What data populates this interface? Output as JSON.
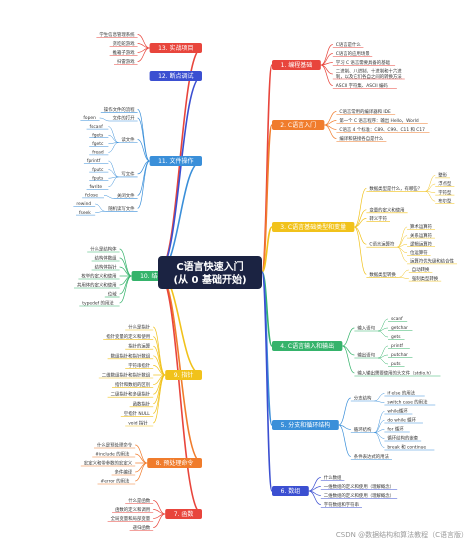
{
  "root": {
    "line1": "C语言快速入门",
    "line2": "(从 0 基础开始)"
  },
  "watermark": "CSDN @数据结构和算法教程（C语言版）",
  "branches": [
    {
      "label": "1. 编程基础",
      "color": "#e8453c",
      "side": "right",
      "leaves": [
        {
          "text": "C语言是什么"
        },
        {
          "text": "C语言的应用场景"
        },
        {
          "text": "学习 C 语言需要具备的基础"
        },
        {
          "text": "二进制、八进制、十进制和十六进制，以及它们各自之间的转换方法",
          "wrap": true
        },
        {
          "text": "ASCII 字符集、ASCII 编码"
        }
      ]
    },
    {
      "label": "2. C语言入门",
      "color": "#f07c2c",
      "side": "right",
      "leaves": [
        {
          "text": "C语言常用的编译器和 IDE"
        },
        {
          "text": "第一个 C 语言程序：输出 Hello，World"
        },
        {
          "text": "C语言 4 个标准：C89、C99、C11 和 C17"
        },
        {
          "text": "编译和链接各自是什么"
        }
      ]
    },
    {
      "label": "3. C语言基础类型和变量",
      "color": "#f1c21b",
      "side": "right",
      "leaves": [
        {
          "text": "数据类型是什么，有哪些？",
          "subs": [
            "整形",
            "浮点型",
            "字符型",
            "布尔型"
          ]
        },
        {
          "text": "变量的定义和使用"
        },
        {
          "text": "转义字符"
        },
        {
          "text": "C语言运算符",
          "subs": [
            "算术运算符",
            "关系运算符",
            "逻辑运算符",
            "位运算符",
            "运算符优先级和结合性"
          ]
        },
        {
          "text": "数据类型转换",
          "subs": [
            "自动转换",
            "强制类型转换"
          ]
        }
      ]
    },
    {
      "label": "4. C语言输入和输出",
      "color": "#35b36b",
      "side": "right",
      "leaves": [
        {
          "text": "输入语句",
          "subs": [
            "scanf",
            "getchar",
            "gets"
          ]
        },
        {
          "text": "输出语句",
          "subs": [
            "printf",
            "putchar",
            "puts"
          ]
        },
        {
          "text": "输入输出需要使用的头文件（stdio.h）"
        }
      ]
    },
    {
      "label": "5. 分支和循环结构",
      "color": "#3a8fd9",
      "side": "right",
      "leaves": [
        {
          "text": "分支结构",
          "subs": [
            "if else 的用法",
            "switch case 的用法"
          ]
        },
        {
          "text": "循环结构",
          "subs": [
            "while循环",
            "do while 循环",
            "for 循环",
            "循环结构的嵌套",
            "break 和 continue"
          ]
        },
        {
          "text": "条件表达式的用法"
        }
      ]
    },
    {
      "label": "6. 数组",
      "color": "#3b4fd1",
      "side": "right",
      "leaves": [
        {
          "text": "什么数组"
        },
        {
          "text": "一维数组的定义和使用（理解概念）"
        },
        {
          "text": "二维数组的定义和使用（理解概念）"
        },
        {
          "text": "字符数组和字符串"
        }
      ]
    },
    {
      "label": "13. 实战项目",
      "color": "#e8453c",
      "side": "left",
      "leaves": [
        {
          "text": "学生信息管理系统"
        },
        {
          "text": "贪吃蛇游戏"
        },
        {
          "text": "推箱子游戏"
        },
        {
          "text": "扫雷游戏"
        }
      ]
    },
    {
      "label": "12. 断点调试",
      "color": "#3b4fd1",
      "side": "left",
      "leaves": []
    },
    {
      "label": "11. 文件操作",
      "color": "#3a8fd9",
      "side": "left",
      "leaves": [
        {
          "text": "操作文件的流程"
        },
        {
          "text": "文件的打开",
          "subs": [
            "fopen"
          ]
        },
        {
          "text": "读文件",
          "subs": [
            "fscanf",
            "fgets",
            "fgetc",
            "fread"
          ]
        },
        {
          "text": "写文件",
          "subs": [
            "fprintf",
            "fputc",
            "fputs",
            "fwrite"
          ]
        },
        {
          "text": "关闭文件",
          "subs": [
            "fclose"
          ]
        },
        {
          "text": "随机读写文件",
          "subs": [
            "rewind",
            "fseek"
          ]
        }
      ]
    },
    {
      "label": "10. 结构体和共用体",
      "color": "#35b36b",
      "side": "left",
      "leaves": [
        {
          "text": "什么是结构体"
        },
        {
          "text": "结构体数组"
        },
        {
          "text": "结构体指针"
        },
        {
          "text": "枚举的定义和使用"
        },
        {
          "text": "共用体的定义和使用"
        },
        {
          "text": "位域"
        },
        {
          "text": "typedef 的用法"
        }
      ]
    },
    {
      "label": "9. 指针",
      "color": "#f1c21b",
      "side": "left",
      "leaves": [
        {
          "text": "什么是指针"
        },
        {
          "text": "指针变量的定义和使用"
        },
        {
          "text": "指针的运算"
        },
        {
          "text": "数组指针和指针数组"
        },
        {
          "text": "字符串指针"
        },
        {
          "text": "二维数组指针和指针数组"
        },
        {
          "text": "指针和数组的区别"
        },
        {
          "text": "二级指针和多级指针"
        },
        {
          "text": "函数指针"
        },
        {
          "text": "空指针 NULL"
        },
        {
          "text": "void 指针"
        }
      ]
    },
    {
      "label": "8. 预处理命令",
      "color": "#f07c2c",
      "side": "left",
      "leaves": [
        {
          "text": "什么是预处理命令"
        },
        {
          "text": "#include 的用法"
        },
        {
          "text": "宏定义和带参数的宏定义"
        },
        {
          "text": "条件编译"
        },
        {
          "text": "#error 的用法"
        }
      ]
    },
    {
      "label": "7. 函数",
      "color": "#e8453c",
      "side": "left",
      "leaves": [
        {
          "text": "什么是函数"
        },
        {
          "text": "函数的定义和调用"
        },
        {
          "text": "全局变量和局部变量"
        },
        {
          "text": "递归函数"
        }
      ]
    }
  ]
}
